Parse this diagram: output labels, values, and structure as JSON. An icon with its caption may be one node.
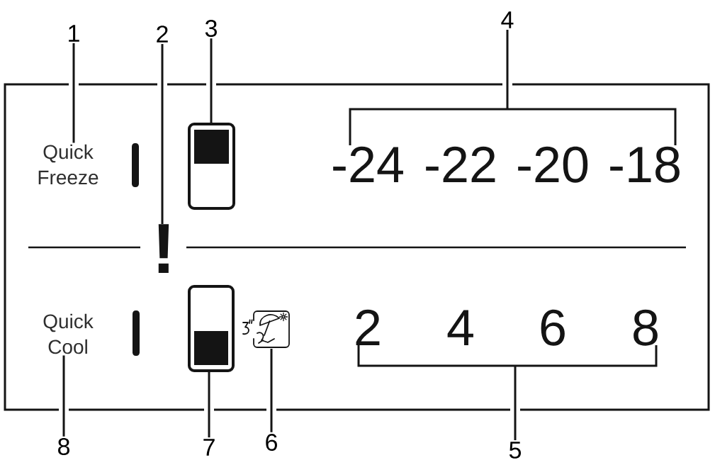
{
  "diagram": {
    "nodes": [
      {
        "text": [
          "1"
        ]
      },
      {
        "text": [
          "2"
        ]
      },
      {
        "text": [
          "3"
        ]
      },
      {
        "text": [
          "4"
        ]
      },
      {
        "text": [],
        "shape": "box"
      },
      {
        "text": [
          "Quick Freeze"
        ],
        "in": 4
      },
      {
        "text": [],
        "shape": "box",
        "in": 4
      },
      {
        "text": [
          "-24",
          "-22",
          "-20",
          "-18"
        ],
        "in": 4
      },
      {
        "text": [
          "!"
        ],
        "in": 4
      },
      {
        "text": [
          "Quick Cool"
        ],
        "in": 4
      },
      {
        "text": [],
        "shape": "box",
        "in": 4
      },
      {
        "text": [],
        "shape": "picture",
        "in": 4
      },
      {
        "text": [
          "2",
          "4",
          "6",
          "8"
        ],
        "in": 4
      },
      {
        "text": [
          "8"
        ]
      },
      {
        "text": [
          "7"
        ]
      },
      {
        "text": [
          "6"
        ]
      },
      {
        "text": [
          "5"
        ]
      }
    ],
    "edges": [
      {
        "from": 0,
        "to": 5,
        "arrow": "none"
      },
      {
        "from": 1,
        "to": 8,
        "arrow": "none"
      },
      {
        "from": 2,
        "to": 6,
        "arrow": "none"
      },
      {
        "from": 3,
        "to": 7,
        "arrow": "none"
      },
      {
        "from": 13,
        "to": 9,
        "arrow": "none"
      },
      {
        "from": 14,
        "to": 10,
        "arrow": "none"
      },
      {
        "from": 15,
        "to": 11,
        "arrow": "none"
      },
      {
        "from": 16,
        "to": 12,
        "arrow": "none"
      }
    ]
  }
}
